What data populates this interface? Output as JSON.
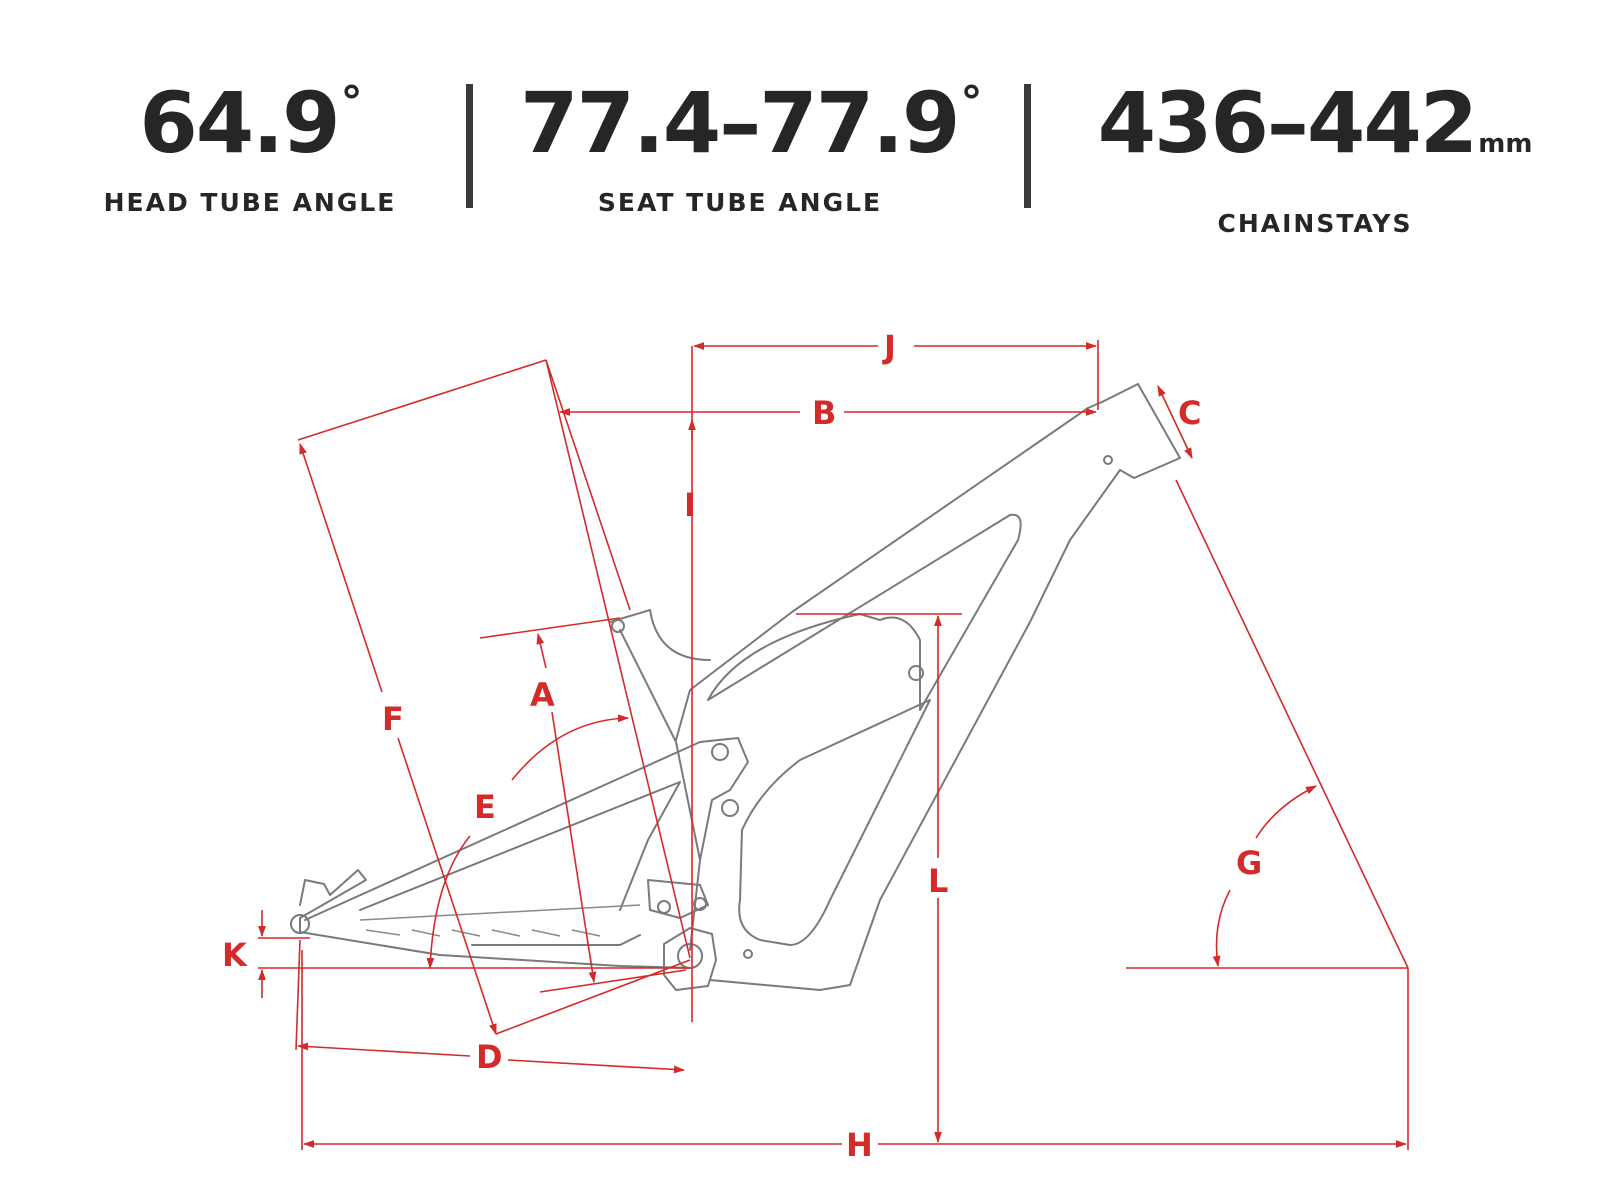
{
  "stats": [
    {
      "value": "64.9",
      "suffix": "°",
      "label": "HEAD TUBE ANGLE"
    },
    {
      "value": "77.4–77.9",
      "suffix": "°",
      "label": "SEAT TUBE ANGLE"
    },
    {
      "value": "436–442",
      "suffix": "mm",
      "label": "CHAINSTAYS"
    }
  ],
  "dimension_labels": {
    "a": "A",
    "b": "B",
    "c": "C",
    "d": "D",
    "e": "E",
    "f": "F",
    "g": "G",
    "h": "H",
    "i": "I",
    "j": "J",
    "k": "K",
    "l": "L"
  },
  "colors": {
    "text": "#262626",
    "divider": "#3a3a3a",
    "dimension": "#d42a2a",
    "frame": "#7a7a7a"
  }
}
